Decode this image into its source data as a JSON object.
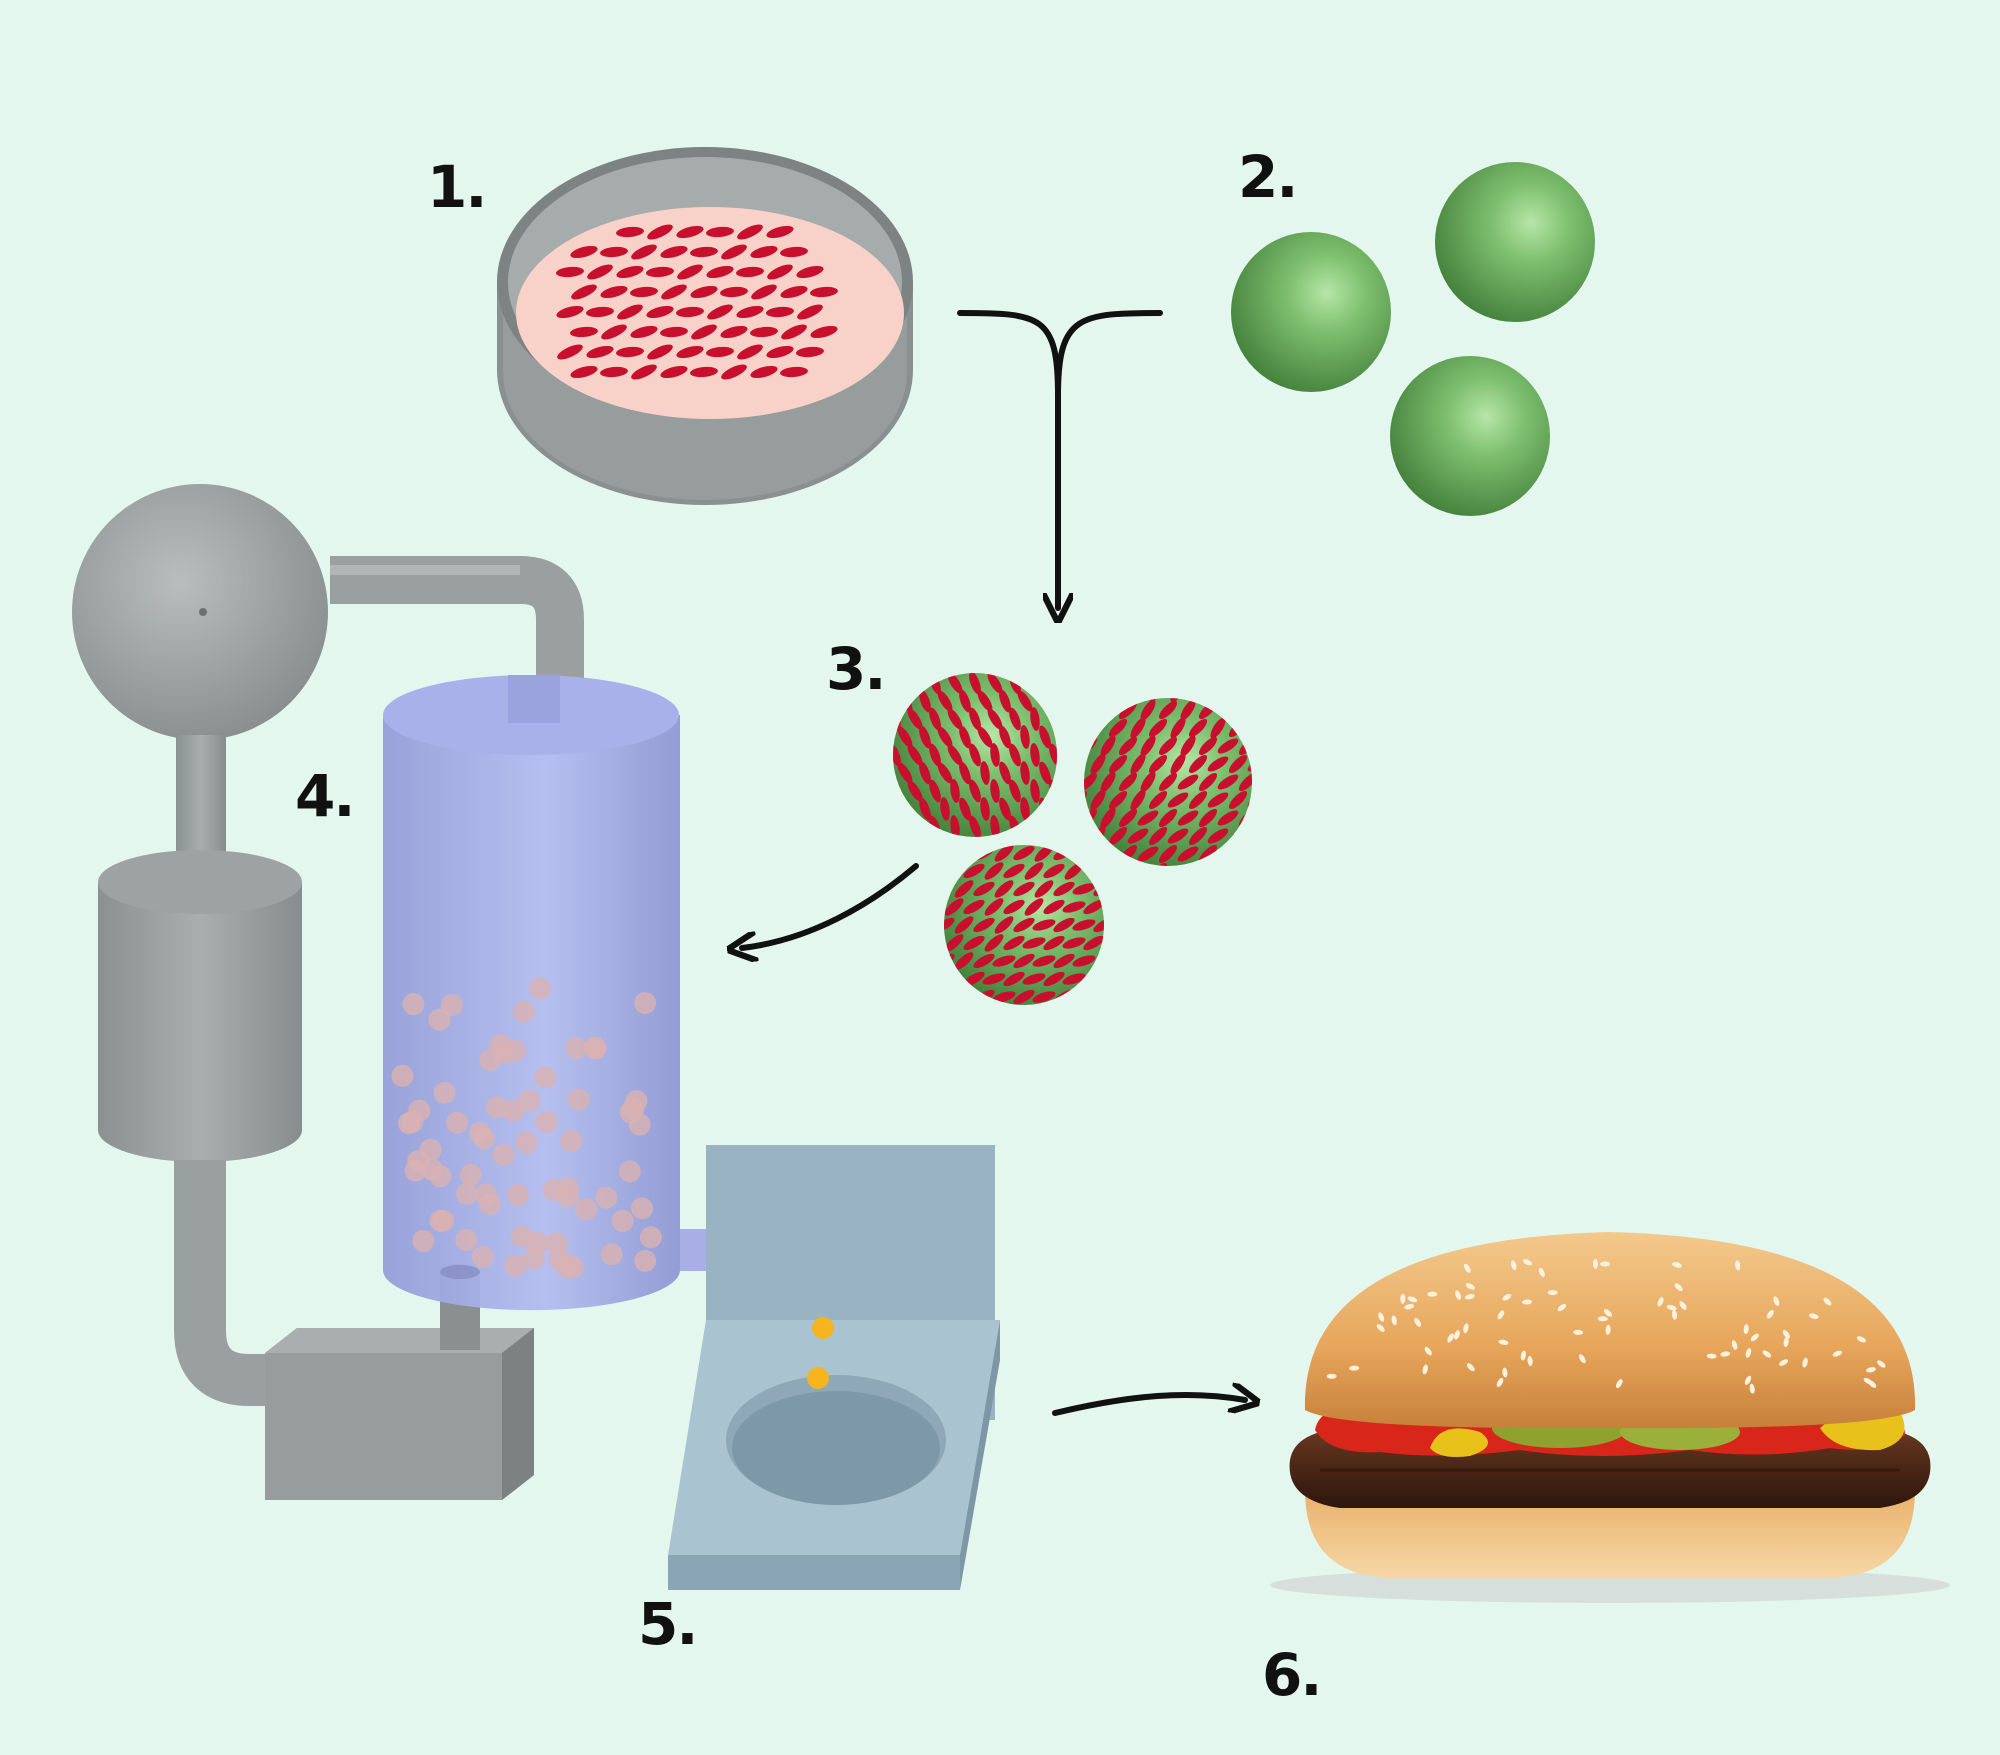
{
  "steps": [
    {
      "label": "1."
    },
    {
      "label": "2."
    },
    {
      "label": "3."
    },
    {
      "label": "4."
    },
    {
      "label": "5."
    },
    {
      "label": "6."
    }
  ],
  "colors": {
    "background": "#e4f7ef",
    "cell": "#c8102e",
    "medium": "#f8d2c8",
    "microcarrier": "#6aa45f",
    "bioreactor": "#a7b0e6",
    "metal": "#9ea3a3",
    "mold": "#9eb8c6",
    "droplet": "#f4b51e"
  },
  "icons": [
    "petri-dish-icon",
    "microcarrier-icon",
    "seeded-microcarrier-icon",
    "bioreactor-icon",
    "mold-icon",
    "hamburger-icon"
  ]
}
